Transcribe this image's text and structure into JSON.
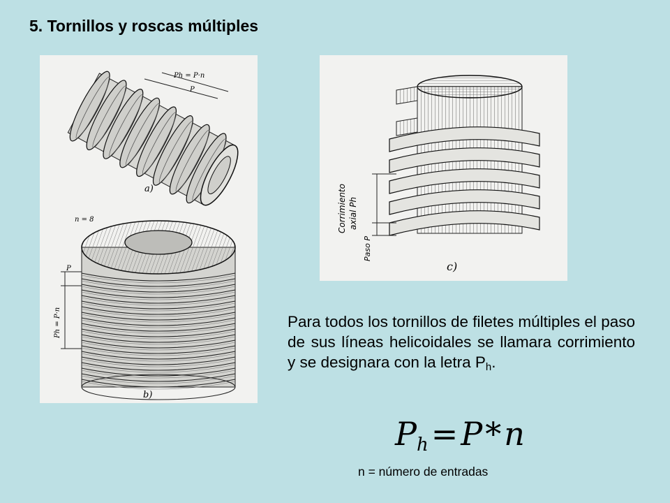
{
  "slide": {
    "title": "5. Tornillos y roscas múltiples",
    "background": "#bde0e4"
  },
  "figures": {
    "a_label": "a)",
    "b_label": "b)",
    "c_label": "c)",
    "a_dimension": "Ph = P·n",
    "a_pitch": "P",
    "b_n_label": "n = 8",
    "b_pitch": "P",
    "b_dimension": "Ph = P·n",
    "c_axial_line1": "Corrimiento",
    "c_axial_line2": "axial Ph",
    "c_pitch": "Paso P"
  },
  "body": {
    "text": "Para todos los tornillos de filetes múltiples el paso de sus líneas helicoidales se llamara corrimiento y se designara con la letra P",
    "sub": "h",
    "end": "."
  },
  "formula": {
    "lhs": "P",
    "lhs_sub": "h",
    "eq": "=",
    "rhs_p": "P",
    "op": "*",
    "rhs_n": "n"
  },
  "legend": "n = número de entradas"
}
